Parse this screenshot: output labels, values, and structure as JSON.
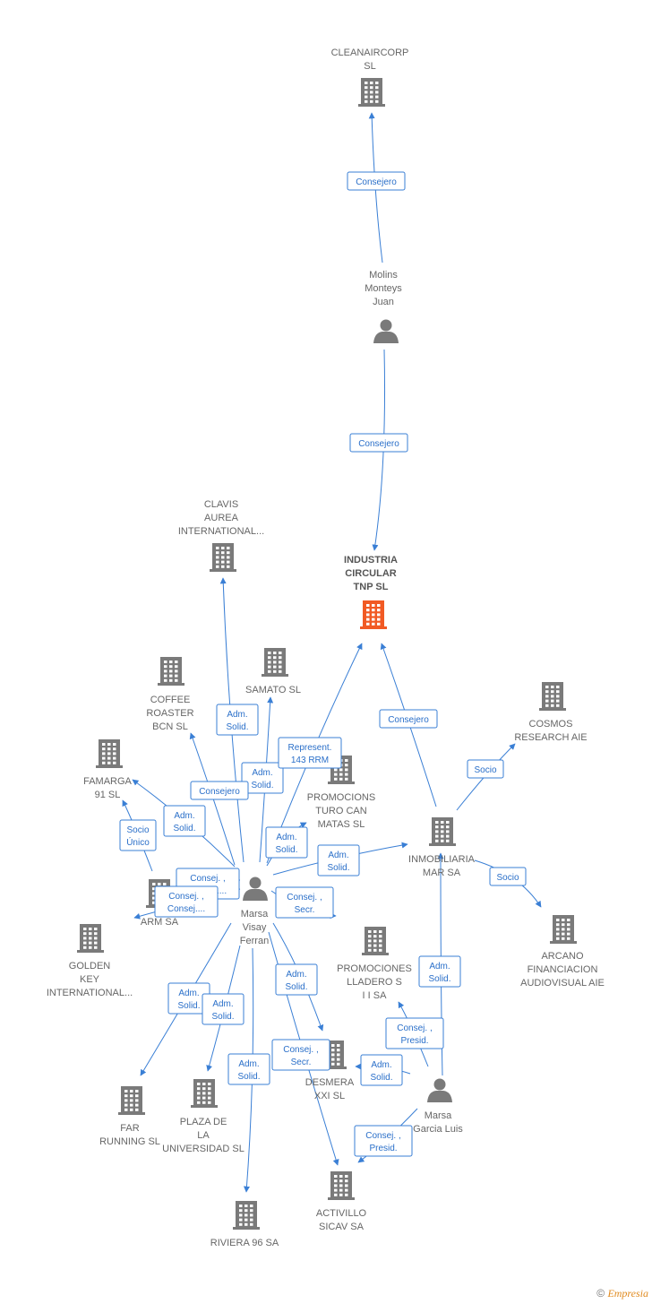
{
  "colors": {
    "edge": "#3a7fd5",
    "company": "#7a7a7a",
    "focus": "#f15a24",
    "person": "#7a7a7a"
  },
  "footer": {
    "copyright": "©",
    "brand": "Empresia"
  },
  "nodes": [
    {
      "id": "cleanaircorp",
      "type": "company",
      "label": [
        "CLEANAIRCORP",
        "SL"
      ]
    },
    {
      "id": "molins",
      "type": "person",
      "label": [
        "Molins",
        "Monteys",
        "Juan"
      ]
    },
    {
      "id": "industria",
      "type": "company",
      "focus": true,
      "label": [
        "INDUSTRIA",
        "CIRCULAR",
        "TNP  SL"
      ]
    },
    {
      "id": "clavis",
      "type": "company",
      "label": [
        "CLAVIS",
        "AUREA",
        "INTERNATIONAL..."
      ]
    },
    {
      "id": "samato",
      "type": "company",
      "label": [
        "SAMATO  SL"
      ]
    },
    {
      "id": "coffee",
      "type": "company",
      "label": [
        "COFFEE",
        "ROASTER",
        "BCN  SL"
      ]
    },
    {
      "id": "famarga",
      "type": "company",
      "label": [
        "FAMARGA",
        "91  SL"
      ]
    },
    {
      "id": "promo_turo",
      "type": "company",
      "label": [
        "PROMOCIONS",
        "TURO CAN",
        "MATAS  SL"
      ]
    },
    {
      "id": "cosmos",
      "type": "company",
      "label": [
        "COSMOS",
        "RESEARCH AIE"
      ]
    },
    {
      "id": "inmobiliaria",
      "type": "company",
      "label": [
        "INMOBILIARIA",
        "MAR SA"
      ]
    },
    {
      "id": "arm",
      "type": "company",
      "label": [
        "ARM SA"
      ]
    },
    {
      "id": "marsa_ferran",
      "type": "person",
      "label": [
        "Marsa",
        "Visay",
        "Ferran"
      ]
    },
    {
      "id": "golden",
      "type": "company",
      "label": [
        "GOLDEN",
        "KEY",
        "INTERNATIONAL..."
      ]
    },
    {
      "id": "promo_lladero",
      "type": "company",
      "label": [
        "PROMOCIONES",
        "LLADERO S",
        "I I SA"
      ]
    },
    {
      "id": "arcano",
      "type": "company",
      "label": [
        "ARCANO",
        "FINANCIACION",
        "AUDIOVISUAL AIE"
      ]
    },
    {
      "id": "desmera",
      "type": "company",
      "label": [
        "DESMERA",
        "XXI SL"
      ]
    },
    {
      "id": "marsa_luis",
      "type": "person",
      "label": [
        "Marsa",
        "Garcia Luis"
      ]
    },
    {
      "id": "far",
      "type": "company",
      "label": [
        "FAR",
        "RUNNING  SL"
      ]
    },
    {
      "id": "plaza",
      "type": "company",
      "label": [
        "PLAZA DE",
        "LA",
        "UNIVERSIDAD SL"
      ]
    },
    {
      "id": "activillo",
      "type": "company",
      "label": [
        "ACTIVILLO",
        "SICAV SA"
      ]
    },
    {
      "id": "riviera",
      "type": "company",
      "label": [
        "RIVIERA 96 SA"
      ]
    }
  ],
  "edges": [
    {
      "from": "molins",
      "to": "cleanaircorp",
      "label": [
        "Consejero"
      ]
    },
    {
      "from": "molins",
      "to": "industria",
      "label": [
        "Consejero"
      ]
    },
    {
      "from": "marsa_ferran",
      "to": "clavis",
      "label": [
        "Adm.",
        "Solid."
      ]
    },
    {
      "from": "marsa_ferran",
      "to": "samato",
      "label": [
        "Adm.",
        "Solid."
      ]
    },
    {
      "from": "marsa_ferran",
      "to": "coffee",
      "label": [
        "Consejero"
      ]
    },
    {
      "from": "marsa_ferran",
      "to": "famarga",
      "label": [
        "Adm.",
        "Solid."
      ]
    },
    {
      "from": "marsa_ferran",
      "to": "industria",
      "label": [
        "Represent.",
        "143 RRM"
      ]
    },
    {
      "from": "marsa_ferran",
      "to": "promo_turo",
      "label": [
        "Adm.",
        "Solid."
      ]
    },
    {
      "from": "marsa_ferran",
      "to": "inmobiliaria",
      "label": [
        "Adm.",
        "Solid."
      ]
    },
    {
      "from": "marsa_ferran",
      "to": "famarga",
      "label": [
        "Socio",
        "Único"
      ]
    },
    {
      "from": "marsa_ferran",
      "to": "arm",
      "label": [
        "Consej. ,",
        "Consej...."
      ]
    },
    {
      "from": "marsa_ferran",
      "to": "arm",
      "label": [
        "Consej. ,",
        "Consej...."
      ]
    },
    {
      "from": "marsa_ferran",
      "to": "promo_lladero",
      "label": [
        "Consej. ,",
        "Secr."
      ]
    },
    {
      "from": "marsa_ferran",
      "to": "desmera",
      "label": [
        "Adm.",
        "Solid."
      ]
    },
    {
      "from": "marsa_ferran",
      "to": "far",
      "label": [
        "Adm.",
        "Solid."
      ]
    },
    {
      "from": "marsa_ferran",
      "to": "plaza",
      "label": [
        "Adm.",
        "Solid."
      ]
    },
    {
      "from": "marsa_ferran",
      "to": "riviera",
      "label": [
        "Adm.",
        "Solid."
      ]
    },
    {
      "from": "marsa_ferran",
      "to": "activillo",
      "label": [
        "Consej. ,",
        "Secr."
      ]
    },
    {
      "from": "inmobiliaria",
      "to": "industria",
      "label": [
        "Consejero"
      ]
    },
    {
      "from": "inmobiliaria",
      "to": "cosmos",
      "label": [
        "Socio"
      ]
    },
    {
      "from": "inmobiliaria",
      "to": "arcano",
      "label": [
        "Socio"
      ]
    },
    {
      "from": "marsa_luis",
      "to": "inmobiliaria",
      "label": [
        "Adm.",
        "Solid."
      ]
    },
    {
      "from": "marsa_luis",
      "to": "promo_lladero",
      "label": [
        "Consej. ,",
        "Presid."
      ]
    },
    {
      "from": "marsa_luis",
      "to": "desmera",
      "label": [
        "Adm.",
        "Solid."
      ]
    },
    {
      "from": "marsa_luis",
      "to": "activillo",
      "label": [
        "Consej. ,",
        "Presid."
      ]
    }
  ]
}
